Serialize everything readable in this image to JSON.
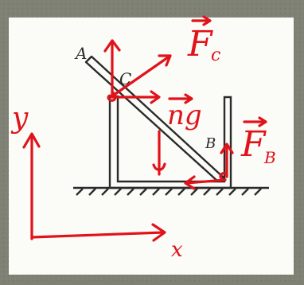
{
  "colors": {
    "background": "#7e8174",
    "paper": "#fbfbf7",
    "ink": "#2b2b2b",
    "annotation": "#e0131b"
  },
  "labels": {
    "point_a": "A",
    "point_c": "C",
    "point_b": "B",
    "force_c": "F",
    "force_c_sub": "c",
    "weight": "ng",
    "force_b": "F",
    "force_b_sub": "B",
    "axis_y": "y",
    "axis_x": "x"
  }
}
